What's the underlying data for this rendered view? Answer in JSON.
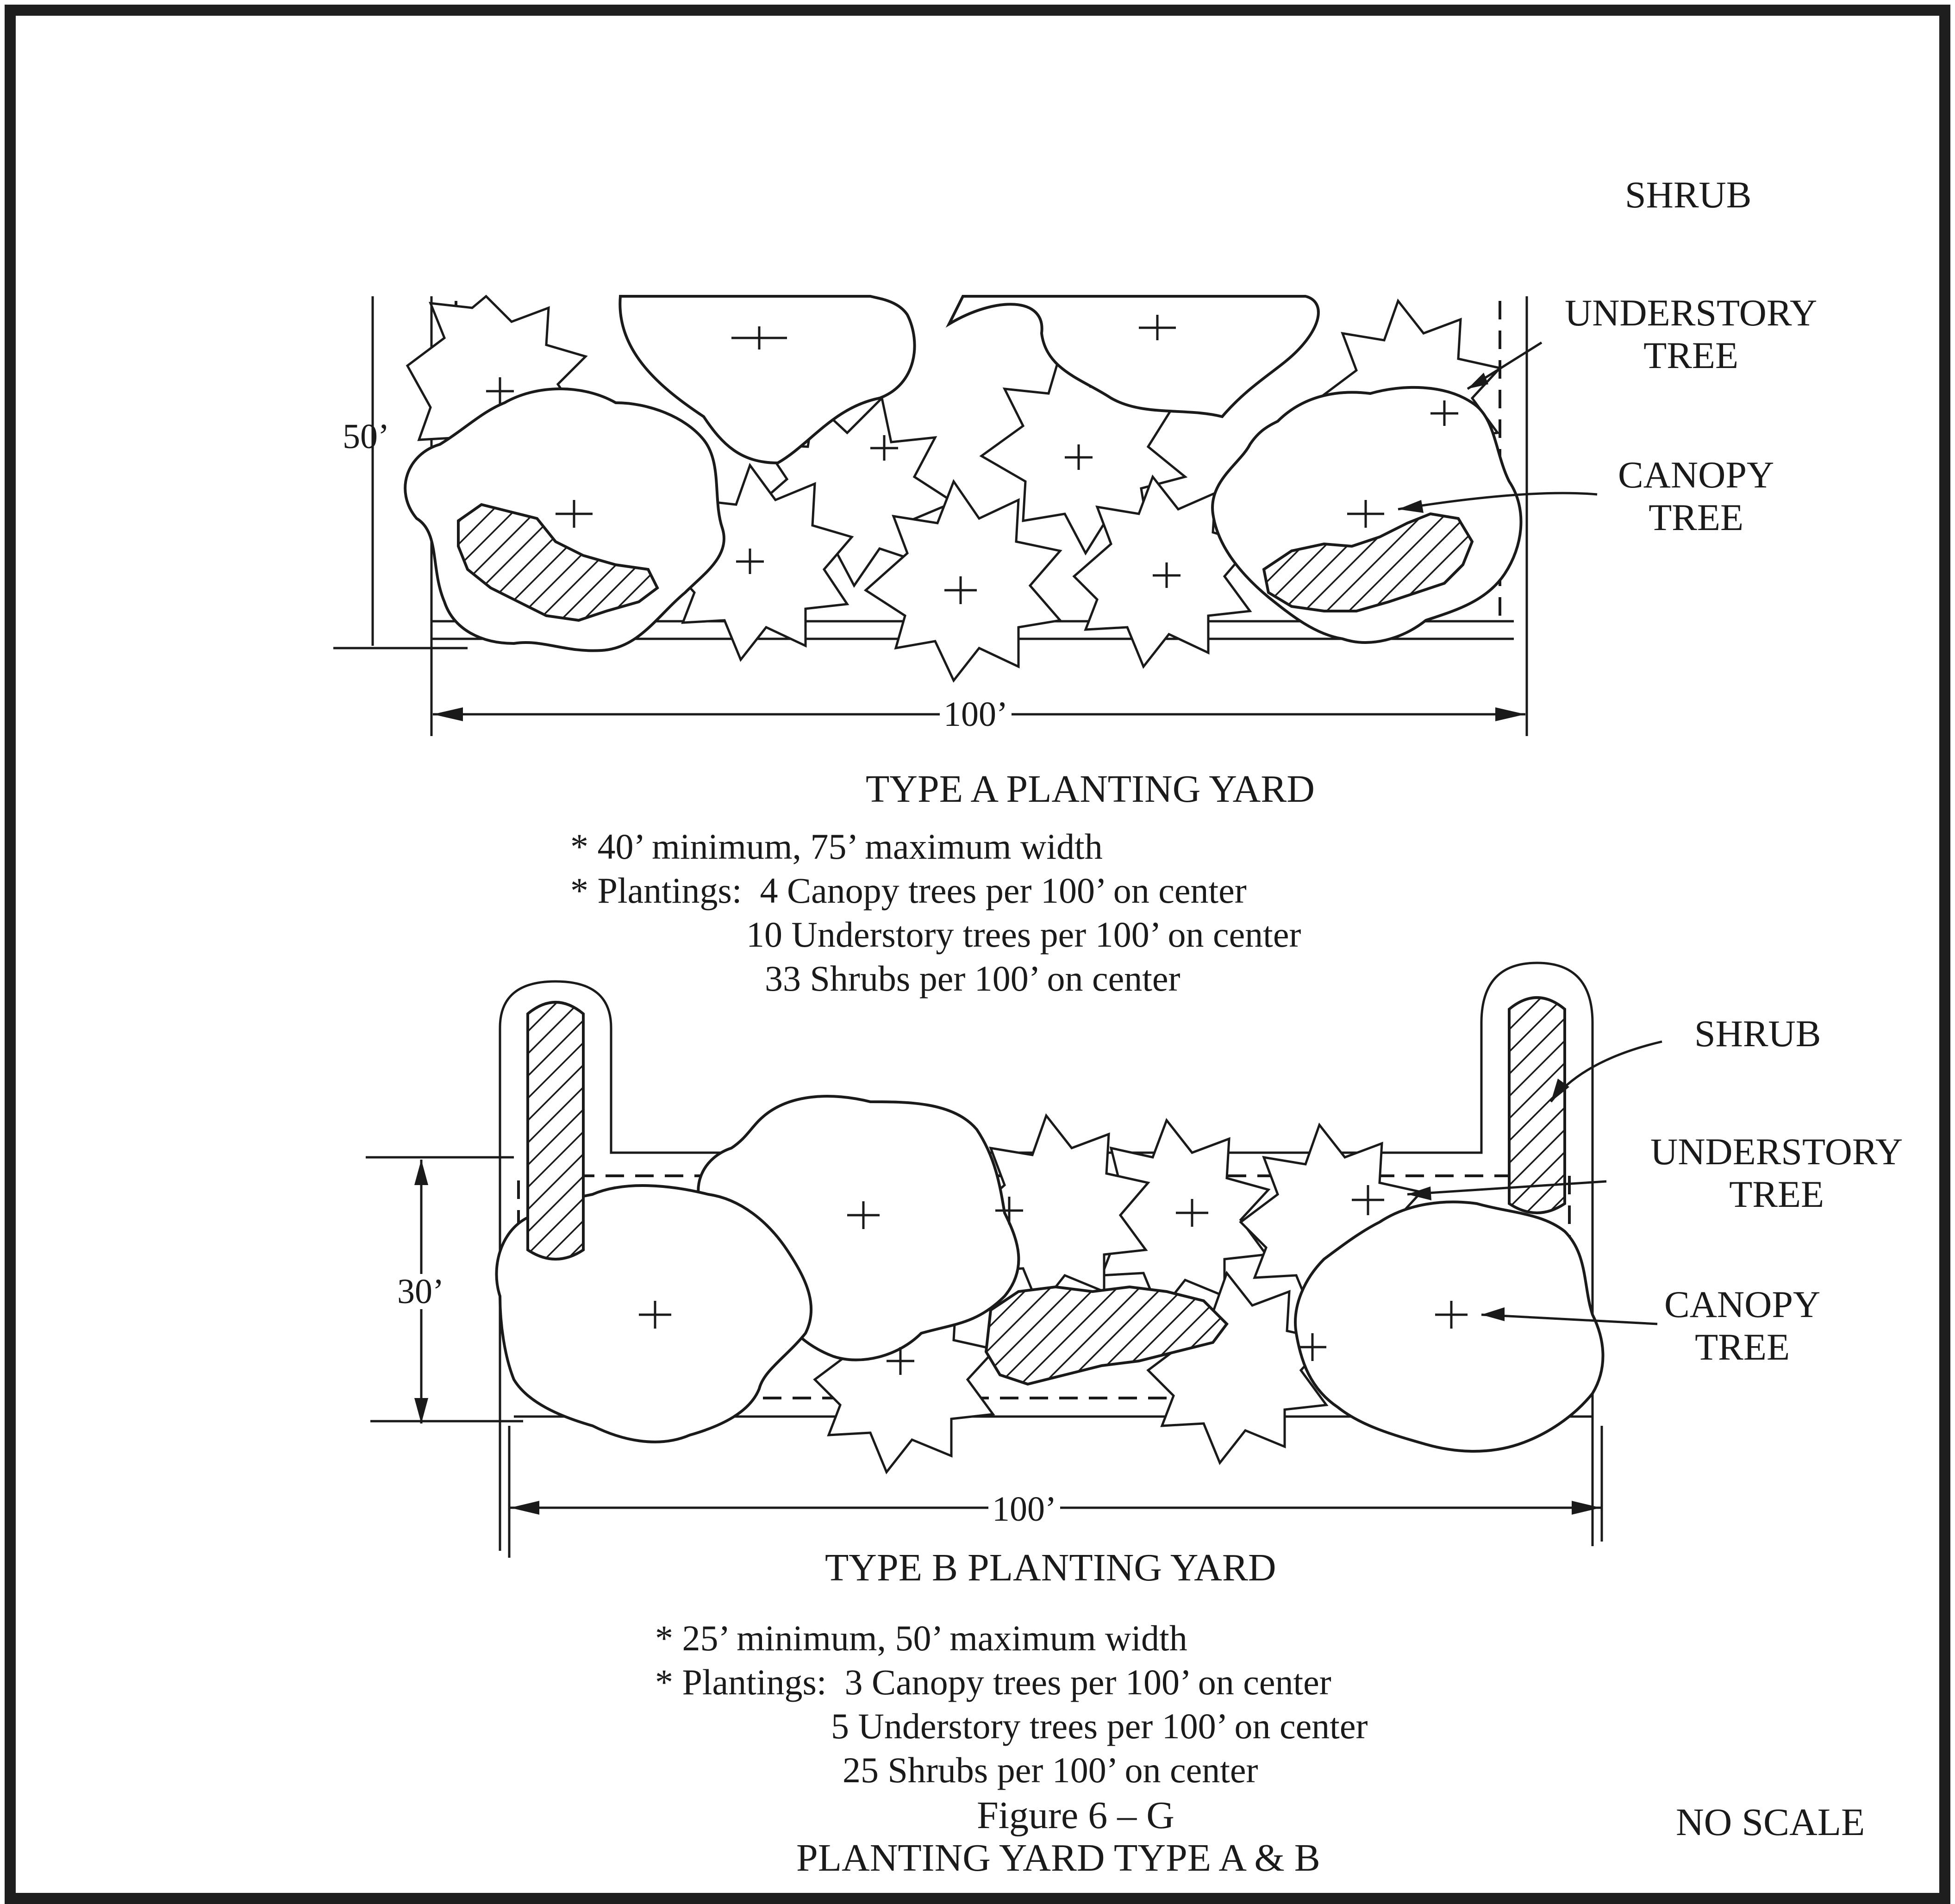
{
  "figure": {
    "type_a": {
      "labels": {
        "shrub": "SHRUB",
        "understory": "UNDERSTORY\nTREE",
        "canopy": "CANOPY\nTREE"
      },
      "depth_label": "50’",
      "length_label": "100’",
      "title": "TYPE A PLANTING YARD",
      "notes": [
        "* 40’ minimum, 75’ maximum width",
        "* Plantings:  4 Canopy trees per 100’ on center",
        "10 Understory trees per 100’ on center",
        "33 Shrubs per 100’ on center"
      ]
    },
    "type_b": {
      "labels": {
        "shrub": "SHRUB",
        "understory": "UNDERSTORY\nTREE",
        "canopy": "CANOPY\nTREE"
      },
      "depth_label": "30’",
      "length_label": "100’",
      "title": "TYPE B PLANTING YARD",
      "notes": [
        "* 25’ minimum, 50’ maximum width",
        "* Plantings:  3 Canopy trees per 100’ on center",
        "5 Understory trees per 100’ on center",
        "25 Shrubs per 100’ on center"
      ]
    },
    "caption": {
      "number": "Figure 6 – G",
      "title": "PLANTING YARD TYPE A & B"
    },
    "scale_note": "NO SCALE"
  },
  "colors": {
    "ink": "#1a1a1a",
    "border": "#1e1e1e",
    "paper": "#ffffff"
  }
}
